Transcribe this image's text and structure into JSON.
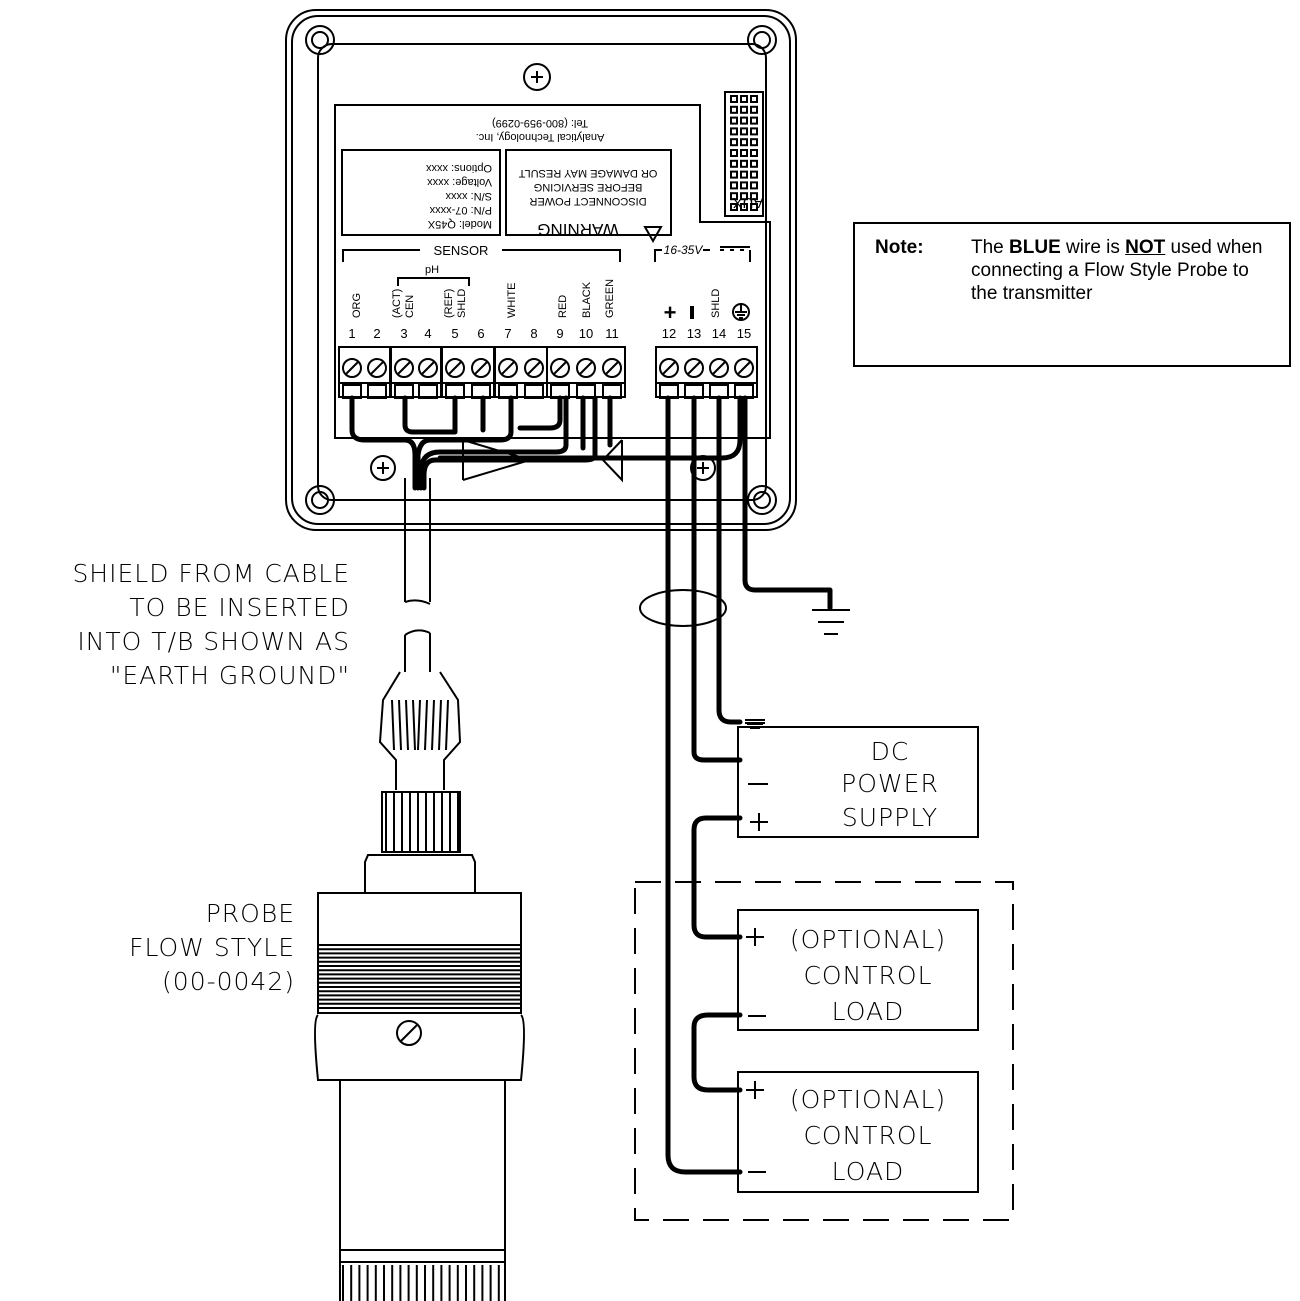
{
  "note": {
    "label": "Note",
    "pre": "The ",
    "blue": "BLUE",
    "mid": " wire is ",
    "not": "NOT",
    "post": " used when connecting a Flow Style Probe to the transmitter"
  },
  "enclosure": {
    "company": "Analytical Technology, Inc.",
    "tel": "Tel: (800-959-0299)",
    "model_lines": [
      "Model: Q45X",
      "P/N: 07-xxxx",
      "S/N: xxxx",
      "Voltage: xxxx",
      "Options: xxxx"
    ],
    "warning_title": "WARNING",
    "warning_lines": [
      "DISCONNECT POWER",
      "BEFORE SERVICING",
      "OR DAMAGE MAY RESULT"
    ],
    "aux": "AUX",
    "sensor": "SENSOR",
    "ph": "pH",
    "voltage_range": "16-35V",
    "wire_labels": {
      "org": "ORG",
      "act": "(ACT)",
      "cen": "CEN",
      "ref": "(REF)",
      "shld": "SHLD",
      "white": "WHITE",
      "red": "RED",
      "black": "BLACK",
      "green": "GREEN",
      "shld_right": "SHLD"
    },
    "terminals": [
      "1",
      "2",
      "3",
      "4",
      "5",
      "6",
      "7",
      "8",
      "9",
      "10",
      "11",
      "12",
      "13",
      "14",
      "15"
    ],
    "plus": "+",
    "minus": "-"
  },
  "shield_text": [
    "SHIELD FROM CABLE",
    "TO BE INSERTED",
    "INTO T/B SHOWN AS",
    "\"EARTH GROUND\""
  ],
  "probe_text": [
    "PROBE",
    "FLOW STYLE",
    "(00-0042)"
  ],
  "power_supply": {
    "lines": [
      "DC",
      "POWER",
      "SUPPLY"
    ],
    "signs": [
      "⏚",
      "—",
      "+"
    ]
  },
  "loads": [
    {
      "lines": [
        "(OPTIONAL)",
        "CONTROL",
        "LOAD"
      ],
      "plus": "+",
      "minus": "—"
    },
    {
      "lines": [
        "(OPTIONAL)",
        "CONTROL",
        "LOAD"
      ],
      "plus": "+",
      "minus": "—"
    }
  ]
}
